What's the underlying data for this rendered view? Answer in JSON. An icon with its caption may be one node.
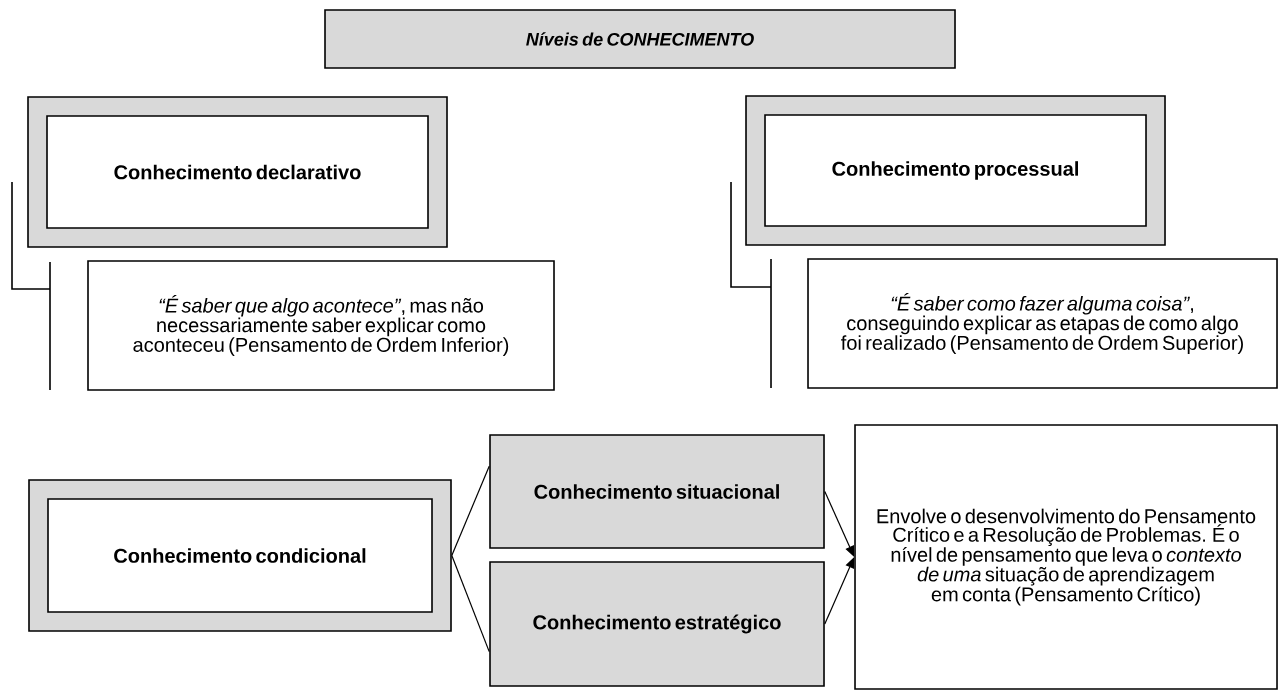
{
  "diagram": {
    "nodes": [
      {
        "text": [
          "Níveis de CONHECIMENTO"
        ]
      },
      {
        "text": [
          "Conhecimento declarativo"
        ]
      },
      {
        "text": [
          "*“É saber que algo acontece”*, mas não necessariamente saber explicar como aconteceu (Pensamento de Ordem Inferior)"
        ]
      },
      {
        "text": [
          "Conhecimento processual"
        ]
      },
      {
        "text": [
          "*“É saber como fazer alguma coisa”*, conseguindo explicar as etapas de como algo foi realizado (Pensamento de Ordem Superior)"
        ]
      },
      {
        "text": [
          "Conhecimento condicional"
        ]
      },
      {
        "text": [
          "Conhecimento situacional"
        ]
      },
      {
        "text": [
          "Conhecimento estratégico"
        ]
      },
      {
        "text": [
          "Envolve o desenvolvimento do Pensamento Crítico e a Resolução de Problemas. É o nível de pensamento que leva o *contexto de uma* situação de aprendizagem em conta (Pensamento Crítico)"
        ]
      }
    ],
    "edges": [
      {
        "from": 5,
        "to": 6,
        "arrow": "none"
      },
      {
        "from": 5,
        "to": 7,
        "arrow": "none"
      },
      {
        "from": 6,
        "to": 8,
        "arrow": "to"
      },
      {
        "from": 7,
        "to": 8,
        "arrow": "to"
      }
    ]
  }
}
